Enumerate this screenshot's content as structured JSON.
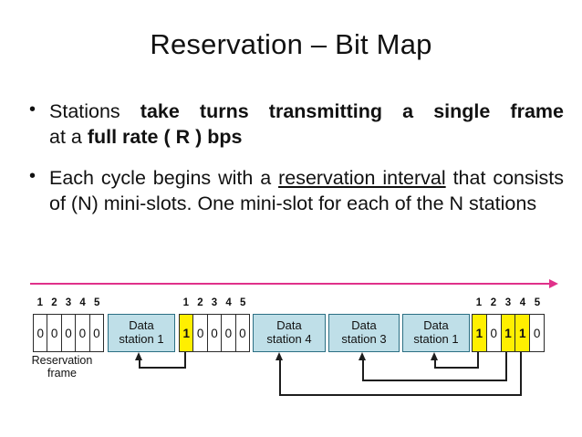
{
  "slide": {
    "title": "Reservation – Bit Map",
    "bullets": [
      {
        "marker": "•",
        "segments": [
          {
            "text": "Stations ",
            "bold": false,
            "underline": false
          },
          {
            "text": "take turns transmitting a single frame",
            "bold": true,
            "underline": false
          },
          {
            "text": " at a ",
            "bold": false,
            "underline": false
          },
          {
            "text": "full rate ( R ) bps",
            "bold": true,
            "underline": false
          }
        ],
        "plain": "Stations take turns transmitting a single frame at a full rate ( R ) bps"
      },
      {
        "marker": "•",
        "segments": [
          {
            "text": " Each cycle begins with a ",
            "bold": false,
            "underline": false
          },
          {
            "text": "reservation interval",
            "bold": false,
            "underline": true
          },
          {
            "text": " that consists of (N) mini-slots. One mini-slot for each of the N stations",
            "bold": false,
            "underline": false
          }
        ],
        "plain": " Each cycle begins with a reservation interval that consists of (N) mini-slots. One mini-slot for each of the N stations"
      }
    ]
  },
  "diagram": {
    "time_axis": {
      "name": "time-arrow",
      "color": "#e0318a",
      "direction": "right"
    },
    "reservation_caption_line1": "Reservation",
    "reservation_caption_line2": "frame",
    "slot_numbers": [
      "1",
      "2",
      "3",
      "4",
      "5"
    ],
    "reservation_frames": [
      {
        "id": "reservation-frame-1",
        "bits": [
          "0",
          "0",
          "0",
          "0",
          "0"
        ],
        "highlighted": [
          false,
          false,
          false,
          false,
          false
        ],
        "show_slot_numbers": true
      },
      {
        "id": "reservation-frame-2",
        "bits": [
          "1",
          "0",
          "0",
          "0",
          "0"
        ],
        "highlighted": [
          true,
          false,
          false,
          false,
          false
        ],
        "show_slot_numbers": true
      },
      {
        "id": "reservation-frame-3",
        "bits": [
          "1",
          "0",
          "1",
          "1",
          "0"
        ],
        "highlighted": [
          true,
          false,
          true,
          true,
          false
        ],
        "show_slot_numbers": true
      }
    ],
    "data_boxes": [
      {
        "id": "data-box-1",
        "line1": "Data",
        "line2": "station 1"
      },
      {
        "id": "data-box-2",
        "line1": "Data",
        "line2": "station 4"
      },
      {
        "id": "data-box-3",
        "line1": "Data",
        "line2": "station 3"
      },
      {
        "id": "data-box-4",
        "line1": "Data",
        "line2": "station 1"
      }
    ],
    "colors": {
      "highlight": "#ffef00",
      "data_box_fill": "#bfdfe8",
      "data_box_border": "#2b6f83",
      "frame_border": "#2b2b2b",
      "connector": "#1d1d1d",
      "arrow": "#e0318a"
    }
  }
}
